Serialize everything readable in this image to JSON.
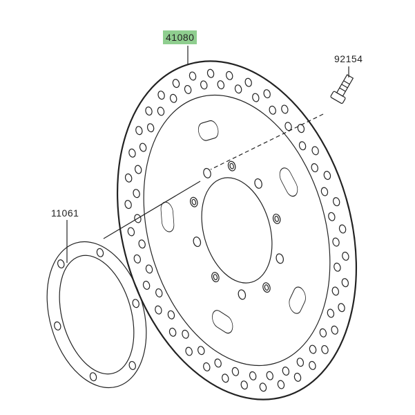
{
  "parts": [
    {
      "id": "disc",
      "number": "41080",
      "highlighted": true
    },
    {
      "id": "bolt",
      "number": "92154",
      "highlighted": false
    },
    {
      "id": "gasket",
      "number": "11061",
      "highlighted": false
    }
  ],
  "colors": {
    "highlight": "#8fce8f",
    "line": "#222222"
  }
}
